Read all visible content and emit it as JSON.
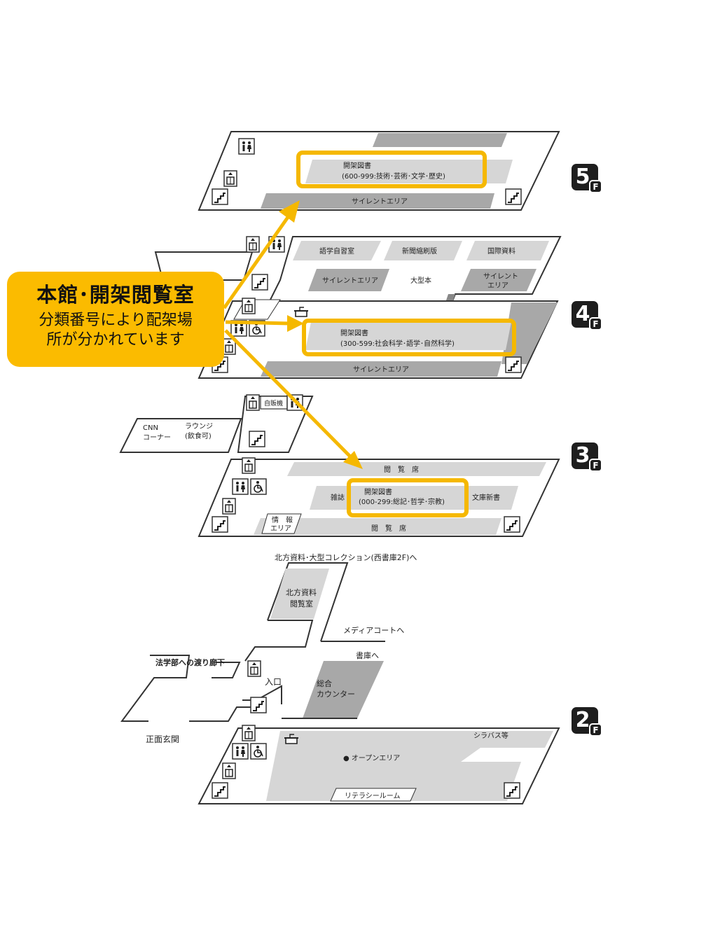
{
  "callout": {
    "title": "本館･開架閲覧室",
    "line1": "分類番号により配架場",
    "line2": "所が分かれています"
  },
  "floors": {
    "f5": {
      "num": "5",
      "sub": "F"
    },
    "f4": {
      "num": "4",
      "sub": "F"
    },
    "f3": {
      "num": "3",
      "sub": "F"
    },
    "f2": {
      "num": "2",
      "sub": "F"
    }
  },
  "labels": {
    "f5_stacks_1": "開架図書",
    "f5_stacks_2": "(600-999:技術･芸術･文学･歴史)",
    "f5_silent": "サイレントエリア",
    "f4_lang": "語学自習室",
    "f4_newspaper": "新聞縮刷版",
    "f4_intl": "国際資料",
    "f4_silent_a": "サイレントエリア",
    "f4_large": "大型本",
    "f4_silent_b1": "サイレント",
    "f4_silent_b2": "エリア",
    "f4_stacks_1": "開架図書",
    "f4_stacks_2": "(300-599:社会科学･語学･自然科学)",
    "f4_silent_c": "サイレントエリア",
    "f3_vending": "自販機",
    "f3_cnn_1": "CNN",
    "f3_cnn_2": "コーナー",
    "f3_lounge_1": "ラウンジ",
    "f3_lounge_2": "(飲食可)",
    "f3_reading_top": "閲　覧　席",
    "f3_magazine": "雑誌",
    "f3_stacks_1": "開架図書",
    "f3_stacks_2": "(000-299:総記･哲学･宗教)",
    "f3_bunko": "文庫新書",
    "f3_info_1": "情　報",
    "f3_info_2": "エリア",
    "f3_reading_bottom": "閲　覧　席",
    "f2_northern_link": "北方資料･大型コレクション(西書庫2F)へ",
    "f2_northern_1": "北方資料",
    "f2_northern_2": "閲覧室",
    "f2_media": "メディアコートへ",
    "f2_stack": "書庫へ",
    "f2_law": "法学部への渡り廊下",
    "f2_entrance": "入口",
    "f2_counter_1": "総合",
    "f2_counter_2": "カウンター",
    "f2_main_gate": "正面玄関",
    "f2_syllabus": "シラバス等",
    "f2_open_area": "● オープンエリア",
    "f2_literacy": "リテラシールーム"
  },
  "colors": {
    "callout": "#fbbb00",
    "highlight": "#f5b800",
    "arrow": "#f5b800",
    "area_light": "#d6d6d6",
    "area_dark": "#a8a8a8",
    "outline": "#333333"
  },
  "icons": [
    "restroom-icon",
    "elevator-icon",
    "stairs-icon",
    "wheelchair-icon",
    "vending-icon"
  ]
}
